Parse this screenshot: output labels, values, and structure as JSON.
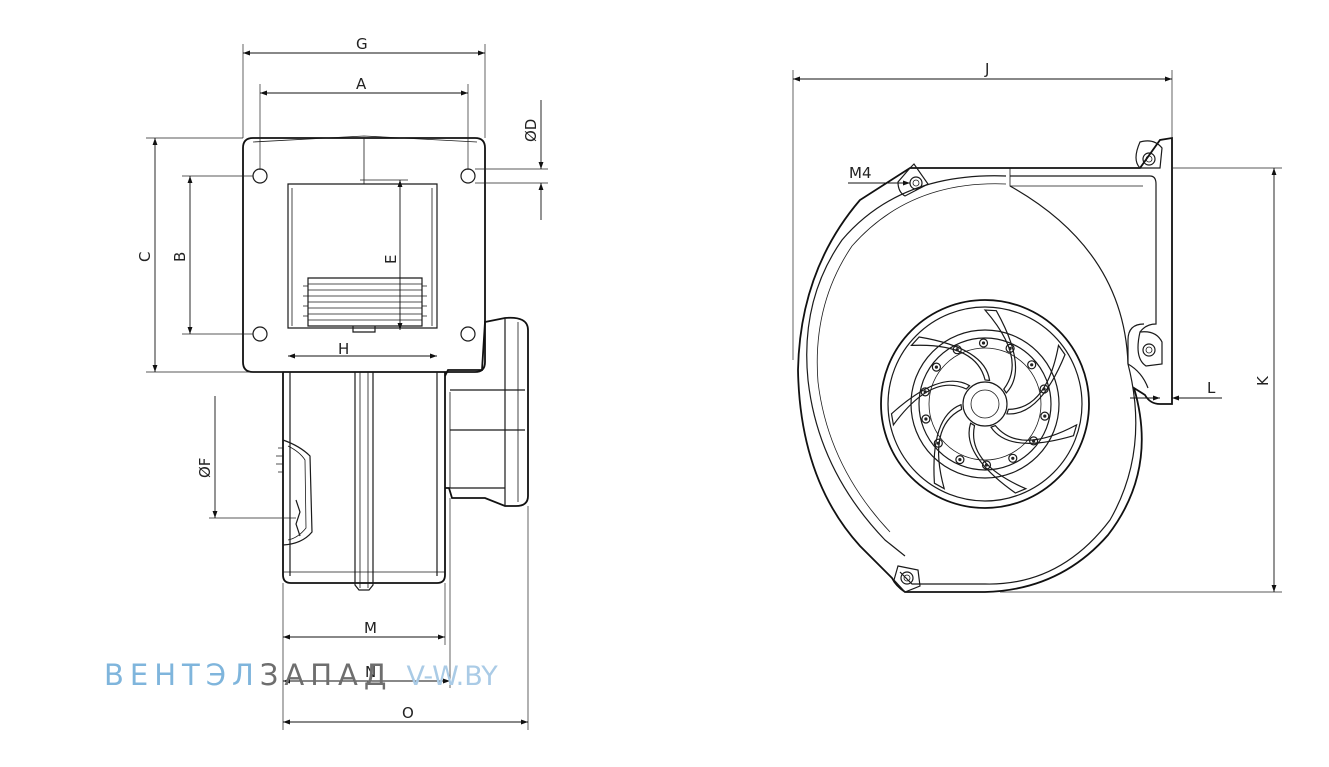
{
  "side_view": {
    "labels": {
      "G": "G",
      "A": "A",
      "C": "C",
      "B": "B",
      "E": "E",
      "H": "H",
      "D": "ØD",
      "F": "ØF",
      "M": "M",
      "N": "N",
      "O": "O"
    }
  },
  "front_view": {
    "labels": {
      "J": "J",
      "M4": "M4",
      "K": "K",
      "L": "L"
    }
  },
  "watermark": {
    "part1": "ВЕНТЭЛ",
    "part2": "ЗАПАД",
    "part3": "V-W.BY"
  }
}
